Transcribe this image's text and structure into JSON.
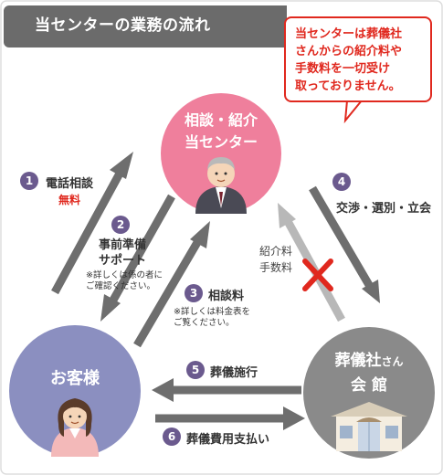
{
  "header": {
    "title": "当センターの業務の流れ"
  },
  "notice": {
    "lines": [
      "当センターは葬儀社",
      "さんからの紹介料や",
      "手数料を一切受け",
      "取っておりません。"
    ]
  },
  "nodes": {
    "center": {
      "line1": "相談・紹介",
      "line2": "当センター"
    },
    "customer": {
      "label": "お客様"
    },
    "funeral": {
      "line1": "葬儀社",
      "line1_small": "さん",
      "line2": "会 館"
    }
  },
  "steps": [
    {
      "num": "1",
      "label": "電話相談",
      "note": "無料"
    },
    {
      "num": "2",
      "label_line1": "事前準備",
      "label_line2": "サポート",
      "note_line1": "※詳しくは係の者に",
      "note_line2": "ご確認ください。"
    },
    {
      "num": "3",
      "label": "相談料",
      "note_line1": "※詳しくは料金表を",
      "note_line2": "ご覧ください。"
    },
    {
      "num": "4",
      "label": "交渉・選別・立会"
    },
    {
      "num": "5",
      "label": "葬儀施行"
    },
    {
      "num": "6",
      "label": "葬儀費用支払い"
    }
  ],
  "blocked": {
    "line1": "紹介料",
    "line2": "手数料"
  },
  "colors": {
    "center": "#ef7f9c",
    "customer": "#8b8fc0",
    "funeral": "#8a8a8a",
    "arrow": "#6e6e6e",
    "arrow_light": "#b8b8b8",
    "badge": "#6b5a8e",
    "cross": "#e0281e"
  }
}
